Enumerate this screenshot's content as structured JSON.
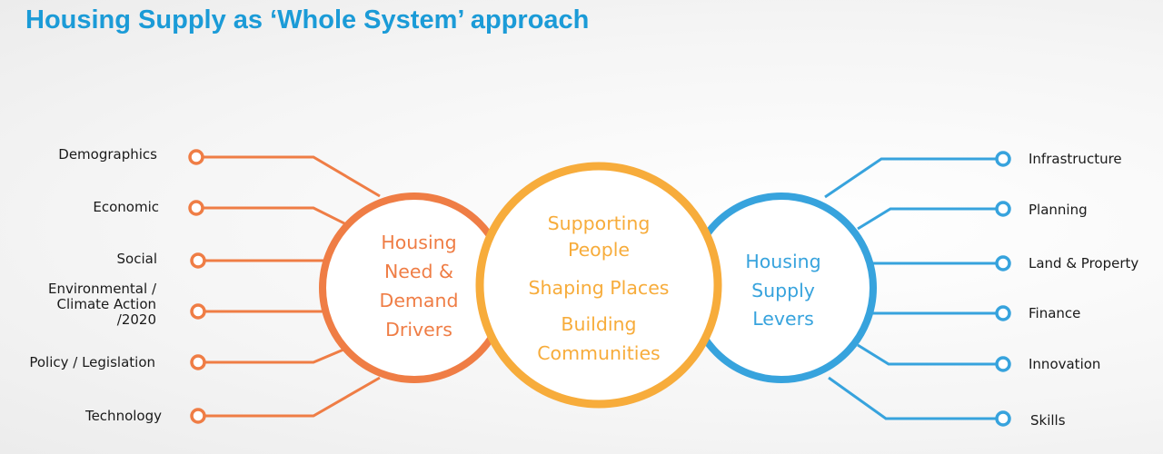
{
  "title": "Housing Supply as ‘Whole System’ approach",
  "colors": {
    "title": "#1b9bd7",
    "orange": "#ef7d45",
    "yellow": "#f7ac3b",
    "blue": "#37a3dd"
  },
  "left_circle": {
    "lines": [
      "Housing",
      "Need &",
      "Demand",
      "Drivers"
    ]
  },
  "center_circle": {
    "lines": [
      "Supporting",
      "People",
      "Shaping Places",
      "Building",
      "Communities"
    ]
  },
  "right_circle": {
    "lines": [
      "Housing",
      "Supply",
      "Levers"
    ]
  },
  "left_items": [
    {
      "lines": [
        "Demographics"
      ]
    },
    {
      "lines": [
        "Economic"
      ]
    },
    {
      "lines": [
        "Social"
      ]
    },
    {
      "lines": [
        "Environmental /",
        "Climate Action",
        "/2020"
      ]
    },
    {
      "lines": [
        "Policy / Legislation"
      ]
    },
    {
      "lines": [
        "Technology"
      ]
    }
  ],
  "right_items": [
    {
      "lines": [
        "Infrastructure"
      ]
    },
    {
      "lines": [
        "Planning"
      ]
    },
    {
      "lines": [
        "Land & Property"
      ]
    },
    {
      "lines": [
        "Finance"
      ]
    },
    {
      "lines": [
        "Innovation"
      ]
    },
    {
      "lines": [
        "Skills"
      ]
    }
  ]
}
